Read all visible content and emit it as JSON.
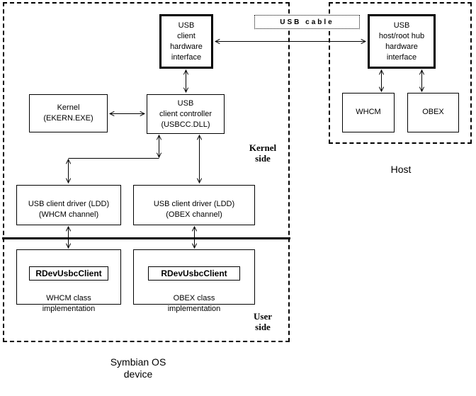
{
  "diagram": {
    "usb_cable_label": "USB cable",
    "symbian_device": {
      "caption": "Symbian OS\ndevice",
      "kernel_side_label": "Kernel\nside",
      "user_side_label": "User\nside",
      "usb_client_hw_interface": "USB\nclient\nhardware\ninterface",
      "kernel": "Kernel\n(EKERN.EXE)",
      "usb_client_controller": "USB\nclient controller\n(USBCC.DLL)",
      "ldd_whcm": "USB client driver (LDD)\n(WHCM channel)",
      "ldd_obex": "USB client driver (LDD)\n(OBEX channel)",
      "rdev_usbc_client_whcm": "RDevUsbcClient",
      "rdev_usbc_client_obex": "RDevUsbcClient",
      "whcm_class_impl": "WHCM class\nimplementation",
      "obex_class_impl": "OBEX class\nimplementation"
    },
    "host": {
      "caption": "Host",
      "usb_host_hw_interface": "USB\nhost/root hub\nhardware\ninterface",
      "whcm": "WHCM",
      "obex": "OBEX"
    },
    "colors": {
      "line": "#000000",
      "background": "#ffffff"
    }
  }
}
